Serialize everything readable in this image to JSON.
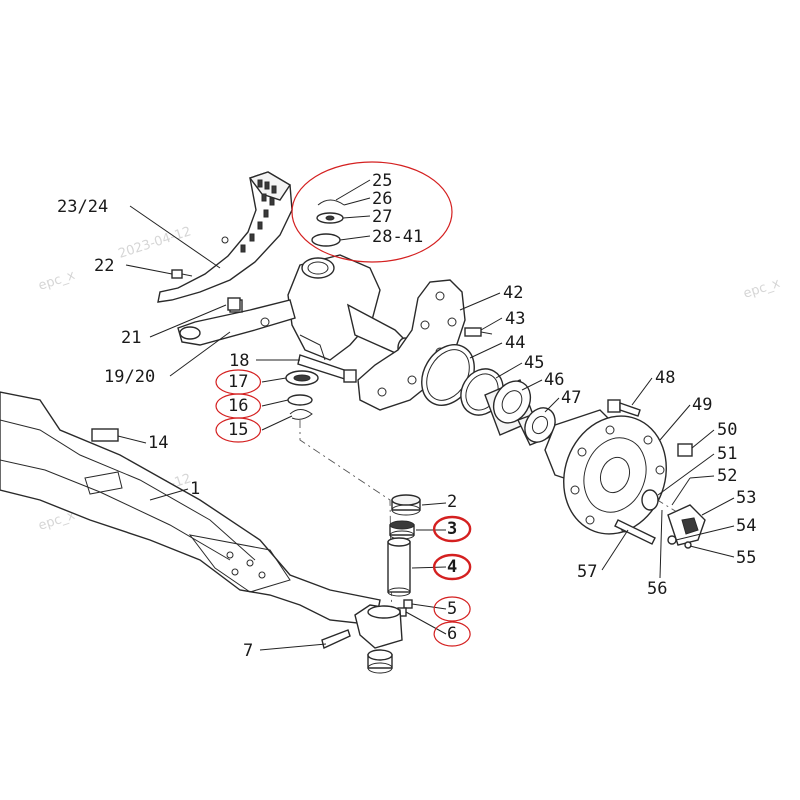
{
  "diagram": {
    "watermark_text": "epc_x",
    "watermark_date": "2023-04-12",
    "highlight_color": "#d42020",
    "line_color": "#2a2a2a"
  },
  "callouts": [
    {
      "id": "c1",
      "label": "1",
      "ring": "none"
    },
    {
      "id": "c2",
      "label": "2",
      "ring": "none"
    },
    {
      "id": "c3",
      "label": "3",
      "ring": "bold"
    },
    {
      "id": "c4",
      "label": "4",
      "ring": "bold"
    },
    {
      "id": "c5",
      "label": "5",
      "ring": "thin"
    },
    {
      "id": "c6",
      "label": "6",
      "ring": "thin"
    },
    {
      "id": "c7",
      "label": "7",
      "ring": "none"
    },
    {
      "id": "c14",
      "label": "14",
      "ring": "none"
    },
    {
      "id": "c15",
      "label": "15",
      "ring": "thin"
    },
    {
      "id": "c16",
      "label": "16",
      "ring": "thin"
    },
    {
      "id": "c17",
      "label": "17",
      "ring": "thin"
    },
    {
      "id": "c18",
      "label": "18",
      "ring": "none"
    },
    {
      "id": "c1920",
      "label": "19/20",
      "ring": "none"
    },
    {
      "id": "c21",
      "label": "21",
      "ring": "none"
    },
    {
      "id": "c22",
      "label": "22",
      "ring": "none"
    },
    {
      "id": "c2324",
      "label": "23/24",
      "ring": "none"
    },
    {
      "id": "c25",
      "label": "25",
      "ring": "group"
    },
    {
      "id": "c26",
      "label": "26",
      "ring": "group"
    },
    {
      "id": "c27",
      "label": "27",
      "ring": "group"
    },
    {
      "id": "c2841",
      "label": "28-41",
      "ring": "group"
    },
    {
      "id": "c42",
      "label": "42",
      "ring": "none"
    },
    {
      "id": "c43",
      "label": "43",
      "ring": "none"
    },
    {
      "id": "c44",
      "label": "44",
      "ring": "none"
    },
    {
      "id": "c45",
      "label": "45",
      "ring": "none"
    },
    {
      "id": "c46",
      "label": "46",
      "ring": "none"
    },
    {
      "id": "c47",
      "label": "47",
      "ring": "none"
    },
    {
      "id": "c48",
      "label": "48",
      "ring": "none"
    },
    {
      "id": "c49",
      "label": "49",
      "ring": "none"
    },
    {
      "id": "c50",
      "label": "50",
      "ring": "none"
    },
    {
      "id": "c51",
      "label": "51",
      "ring": "none"
    },
    {
      "id": "c52",
      "label": "52",
      "ring": "none"
    },
    {
      "id": "c53",
      "label": "53",
      "ring": "none"
    },
    {
      "id": "c54",
      "label": "54",
      "ring": "none"
    },
    {
      "id": "c55",
      "label": "55",
      "ring": "none"
    },
    {
      "id": "c56",
      "label": "56",
      "ring": "none"
    },
    {
      "id": "c57",
      "label": "57",
      "ring": "none"
    }
  ]
}
